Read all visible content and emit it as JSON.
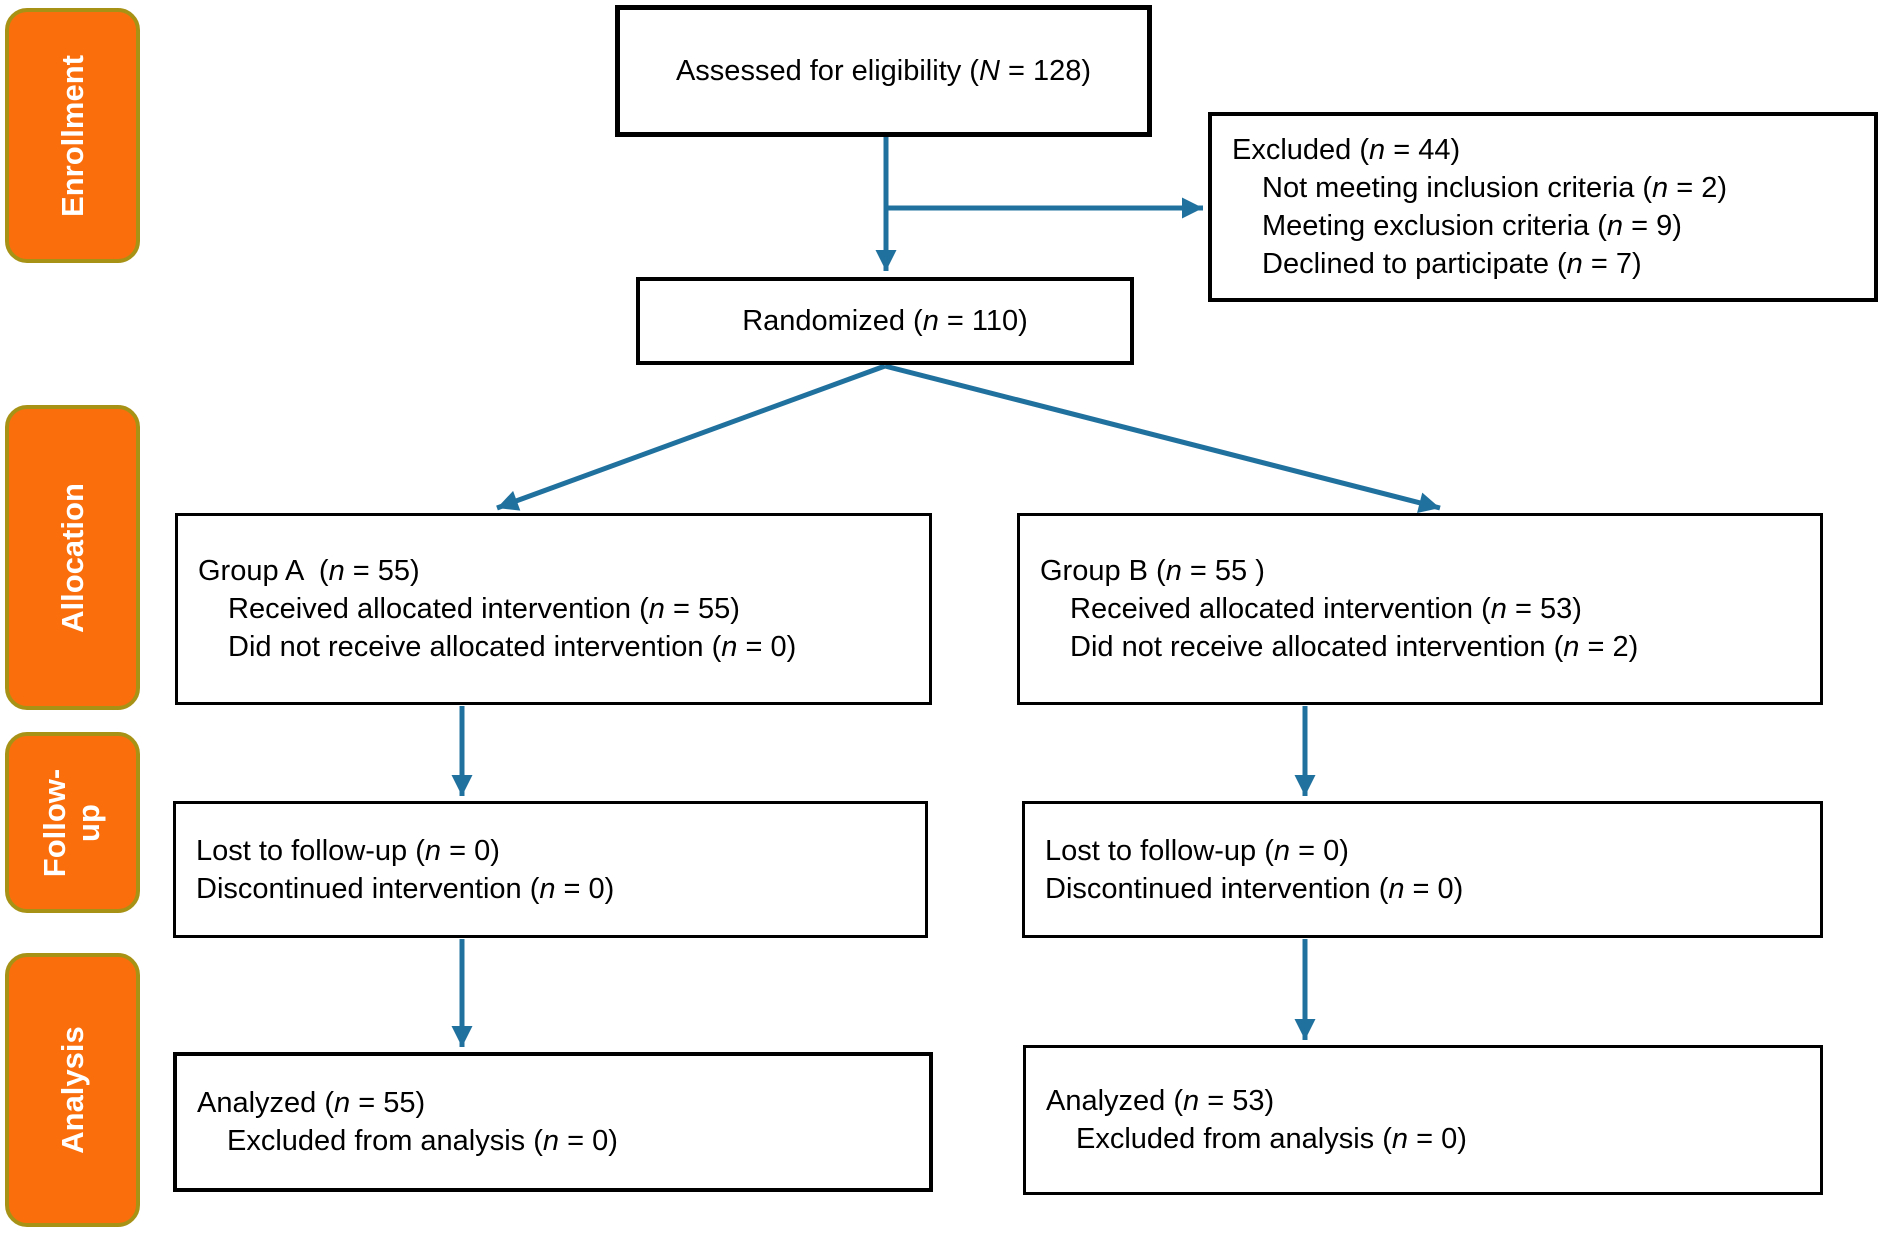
{
  "colors": {
    "orange": "#FA6E0B",
    "olive_border": "#A89216",
    "arrow": "#21719E"
  },
  "sidebar": {
    "stages": [
      {
        "label": "Enrollment"
      },
      {
        "label": "Allocation"
      },
      {
        "label": "Follow-\nup"
      },
      {
        "label": "Analysis"
      }
    ]
  },
  "boxes": {
    "assessed": {
      "lines": [
        {
          "text": "Assessed for eligibility (N = 128)",
          "indent": false
        }
      ]
    },
    "excluded": {
      "lines": [
        {
          "text": "Excluded (n = 44)",
          "indent": false
        },
        {
          "text": "Not meeting inclusion criteria (n = 2)",
          "indent": true
        },
        {
          "text": "Meeting exclusion criteria (n = 9)",
          "indent": true
        },
        {
          "text": "Declined to participate (n = 7)",
          "indent": true
        }
      ]
    },
    "randomized": {
      "lines": [
        {
          "text": "Randomized (n = 110)",
          "indent": false
        }
      ]
    },
    "group_a": {
      "lines": [
        {
          "text": "Group A  (n = 55)",
          "indent": false
        },
        {
          "text": "Received allocated intervention (n = 55)",
          "indent": true
        },
        {
          "text": "Did not receive allocated intervention (n = 0)",
          "indent": true
        }
      ]
    },
    "group_b": {
      "lines": [
        {
          "text": "Group B (n = 55 )",
          "indent": false
        },
        {
          "text": "Received allocated intervention (n = 53)",
          "indent": true
        },
        {
          "text": "Did not receive allocated intervention (n = 2)",
          "indent": true
        }
      ]
    },
    "followup_a": {
      "lines": [
        {
          "text": "Lost to follow-up (n = 0)",
          "indent": false
        },
        {
          "text": "Discontinued intervention (n = 0)",
          "indent": false
        }
      ]
    },
    "followup_b": {
      "lines": [
        {
          "text": "Lost to follow-up (n = 0)",
          "indent": false
        },
        {
          "text": "Discontinued intervention (n = 0)",
          "indent": false
        }
      ]
    },
    "analysis_a": {
      "lines": [
        {
          "text": "Analyzed (n = 55)",
          "indent": false
        },
        {
          "text": "Excluded from analysis (n = 0)",
          "indent": true
        }
      ]
    },
    "analysis_b": {
      "lines": [
        {
          "text": "Analyzed (n = 53)",
          "indent": false
        },
        {
          "text": "Excluded from analysis (n = 0)",
          "indent": true
        }
      ]
    }
  }
}
